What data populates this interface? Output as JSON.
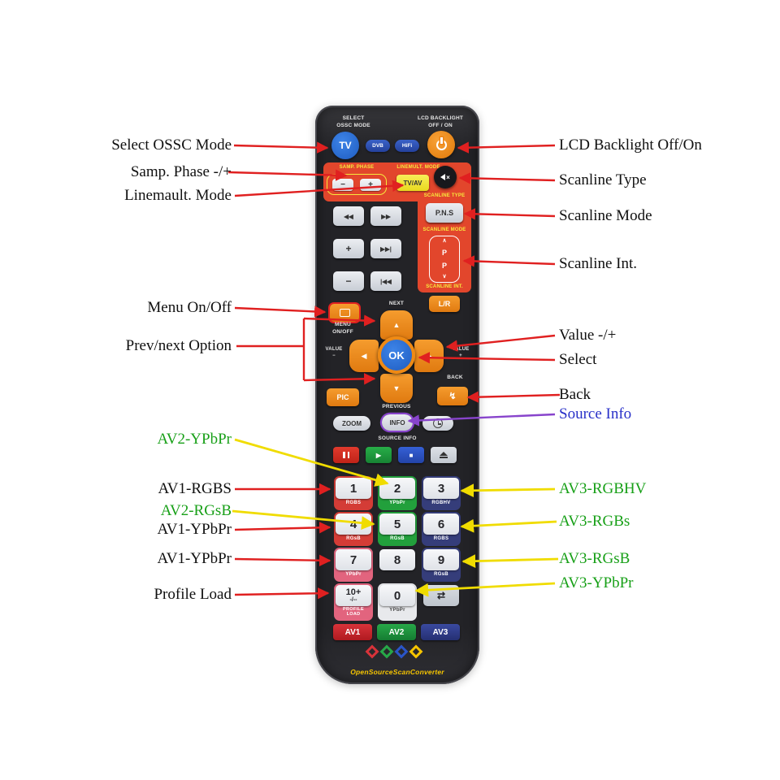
{
  "colors": {
    "line_red": "#e02020",
    "line_yellow": "#f0dc00",
    "line_purple": "#8844cc",
    "label_black": "#101010",
    "label_green": "#18a018",
    "label_blue": "#2830c8",
    "remote_body": "#232327",
    "panel_red": "#e2462c",
    "accent_yellow": "#f7e93d",
    "button_orange": "#ef8a14",
    "ok_blue": "#2a6fd6"
  },
  "annotations": {
    "left": [
      {
        "text": "Select OSSC Mode"
      },
      {
        "text": "Samp. Phase -/+"
      },
      {
        "text": "Linemault. Mode"
      },
      {
        "text": "Menu On/Off"
      },
      {
        "text": "Prev/next Option"
      },
      {
        "text": "AV2-YPbPr"
      },
      {
        "text": "AV1-RGBS"
      },
      {
        "text": "AV2-RGsB"
      },
      {
        "text": "AV1-YPbPr"
      },
      {
        "text": "AV1-YPbPr"
      },
      {
        "text": "Profile Load"
      }
    ],
    "right": [
      {
        "text": "LCD Backlight Off/On"
      },
      {
        "text": "Scanline Type"
      },
      {
        "text": "Scanline Mode"
      },
      {
        "text": "Scanline Int."
      },
      {
        "text": "Value -/+"
      },
      {
        "text": "Select"
      },
      {
        "text": "Back"
      },
      {
        "text": "Source Info"
      },
      {
        "text": "AV3-RGBHV"
      },
      {
        "text": "AV3-RGBs"
      },
      {
        "text": "AV3-RGsB"
      },
      {
        "text": "AV3-YPbPr"
      }
    ]
  },
  "remote": {
    "header": {
      "select_line1": "SELECT",
      "select_line2": "OSSC MODE",
      "lcd_line1": "LCD BACKLIGHT",
      "lcd_line2": "OFF / ON"
    },
    "mode_buttons": {
      "tv": "TV",
      "dvb": "DVB",
      "hifi": "HiFi"
    },
    "red_panel": {
      "samp_phase": "SAMP. PHASE",
      "minus": "−",
      "plus": "+",
      "linemult": "LINEMULT. MODE",
      "tvav": "TV/AV",
      "scanline_type": "SCANLINE TYPE",
      "pns": "P.N.S",
      "scanline_mode": "SCANLINE MODE",
      "p_up": "∧",
      "p": "P",
      "p_down": "∨",
      "scanline_int": "SCANLINE INT.",
      "lr": "L/R"
    },
    "transport": {
      "rewind": "◀◀",
      "forward": "▶▶",
      "plus": "+",
      "skip_next": "▶▶|",
      "minus": "−",
      "skip_prev": "|◀◀"
    },
    "nav": {
      "next": "NEXT",
      "menu_line1": "MENU",
      "menu_line2": "ON/OFF",
      "value": "VALUE",
      "value_minus": "−",
      "value_plus": "+",
      "up": "▲",
      "down": "▼",
      "left": "◀",
      "right": "▶",
      "ok": "OK",
      "back": "BACK",
      "previous": "PREVIOUS",
      "pic": "PIC"
    },
    "utility": {
      "zoom": "ZOOM",
      "info": "INFO",
      "source_info": "SOURCE INFO",
      "play": "▶",
      "stop": "■"
    },
    "numpad": [
      {
        "key": "1",
        "sub": "RGBS"
      },
      {
        "key": "2",
        "sub": "YPbPr"
      },
      {
        "key": "3",
        "sub": "RGBHV"
      },
      {
        "key": "4",
        "sub": "RGsB"
      },
      {
        "key": "5",
        "sub": "RGsB"
      },
      {
        "key": "6",
        "sub": "RGBS"
      },
      {
        "key": "7",
        "sub": "YPbPr"
      },
      {
        "key": "8",
        "sub": ""
      },
      {
        "key": "9",
        "sub": "RGsB"
      },
      {
        "key": "10+",
        "key_sub": "-/--",
        "sub": "PROFILE LOAD"
      },
      {
        "key": "0",
        "sub": "YPbPr"
      },
      {
        "key": "⇄",
        "sub": ""
      }
    ],
    "av_buttons": [
      {
        "label": "AV1"
      },
      {
        "label": "AV2"
      },
      {
        "label": "AV3"
      }
    ],
    "brand": "OpenSourceScanConverter"
  }
}
